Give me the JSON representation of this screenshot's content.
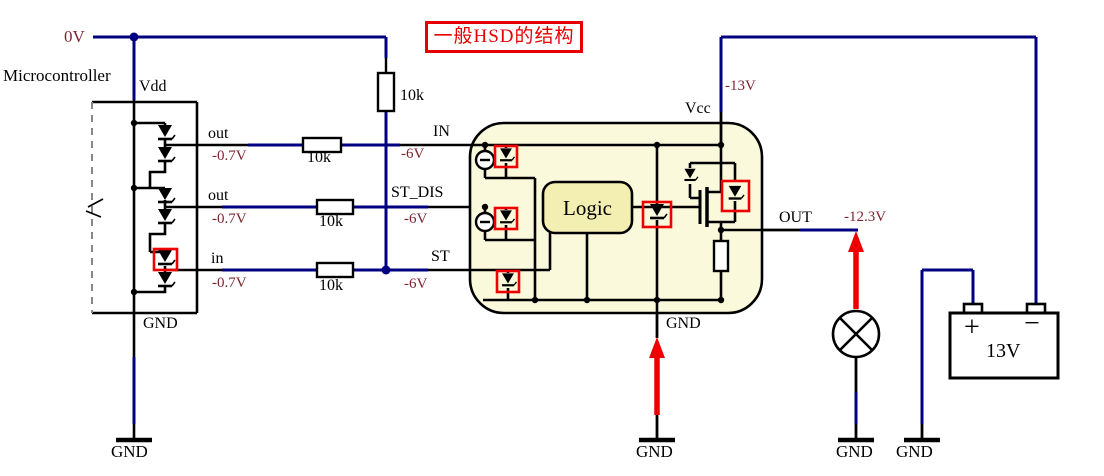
{
  "title": "一般HSD的结构",
  "supply": {
    "v": "0V"
  },
  "mcu": {
    "name": "Microcontroller",
    "vdd": "Vdd",
    "gnd": "GND"
  },
  "rows": [
    {
      "pin": "out",
      "pin_v": "-0.7V",
      "res": "10k",
      "chip_pin": "IN",
      "chip_v": "-6V"
    },
    {
      "pin": "out",
      "pin_v": "-0.7V",
      "res": "10k",
      "chip_pin": "ST_DIS",
      "chip_v": "-6V"
    },
    {
      "pin": "in",
      "pin_v": "-0.7V",
      "res": "10k",
      "chip_pin": "ST",
      "chip_v": "-6V"
    }
  ],
  "pullup_res": "10k",
  "chip": {
    "logic": "Logic",
    "vcc": "Vcc",
    "vcc_v": "-13V",
    "out": "OUT",
    "out_v": "-12.3V",
    "gnd": "GND"
  },
  "battery": {
    "plus": "+",
    "minus": "−",
    "value": "13V"
  },
  "grounds": {
    "mcu": "GND",
    "chip": "GND",
    "lamp": "GND",
    "battery": "GND"
  },
  "icons": {
    "lamp": "lamp-icon",
    "current_source": "current-source-icon",
    "diode": "diode-icon",
    "mosfet": "mosfet-icon",
    "ground": "ground-icon",
    "arrow": "red-up-arrow-icon"
  },
  "colors": {
    "wire_blue": "#000080",
    "voltage_red": "#7d2430",
    "highlight_red": "#ee0000",
    "chip_fill": "#fbf9dc",
    "logic_fill": "#f3eeb2"
  }
}
